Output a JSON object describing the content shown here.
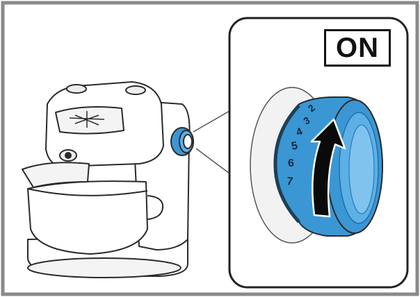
{
  "label": "ON",
  "dial_numbers": [
    "2",
    "3",
    "4",
    "5",
    "6",
    "7"
  ],
  "colors": {
    "frame": "#8a8a8a",
    "dial_blue": "#3a97d4",
    "dial_blue_dark": "#1f6fa8",
    "outline": "#2a2a2a",
    "arrow": "#0a0a0a"
  },
  "icons": [
    "rotate-arrow-icon"
  ]
}
